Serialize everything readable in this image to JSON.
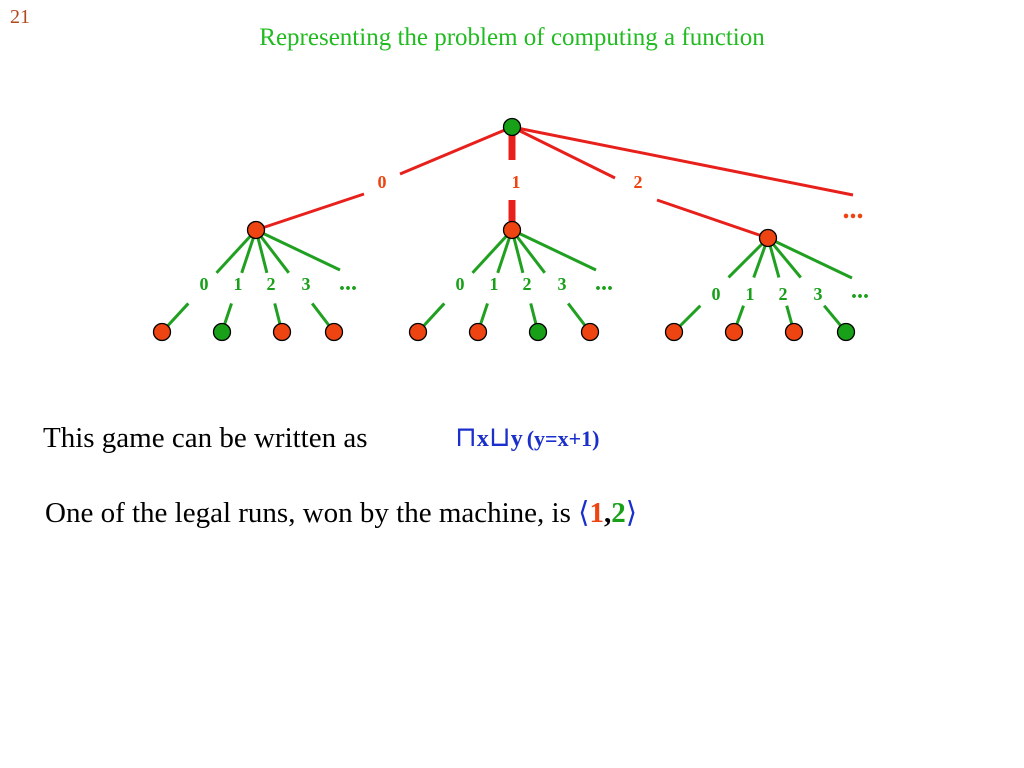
{
  "page_number": "21",
  "title": "Representing the problem of computing a function",
  "tree": {
    "root_labels": [
      "0",
      "1",
      "2"
    ],
    "child_labels": [
      "0",
      "1",
      "2",
      "3"
    ],
    "ellipsis": "...",
    "children": [
      {
        "color": "red",
        "leaves": [
          "red",
          "green",
          "red",
          "red"
        ]
      },
      {
        "color": "red",
        "leaves": [
          "red",
          "red",
          "green",
          "red"
        ]
      },
      {
        "color": "red",
        "leaves": [
          "red",
          "red",
          "red",
          "green"
        ]
      }
    ],
    "root_color": "green",
    "chosen_branch": "1"
  },
  "colors": {
    "red": "#ee4411",
    "green": "#18a018",
    "edge_red": "#e8201c",
    "edge_green": "#20a020",
    "blue": "#1a2fcc",
    "title_green": "#22bb22",
    "page_number": "#b04a1e",
    "node_outline": "#000000"
  },
  "statement": {
    "text": "This game can be written as",
    "formula": {
      "op1": "⊓",
      "var1": "x",
      "op2": "⊔",
      "var2": "y",
      "condition": "(y=x+1)"
    }
  },
  "run_statement": {
    "text": "One of the legal runs, won by the machine, is",
    "open": "⟨",
    "first_move": "1",
    "separator": ",",
    "second_move": "2",
    "close": "⟩"
  }
}
